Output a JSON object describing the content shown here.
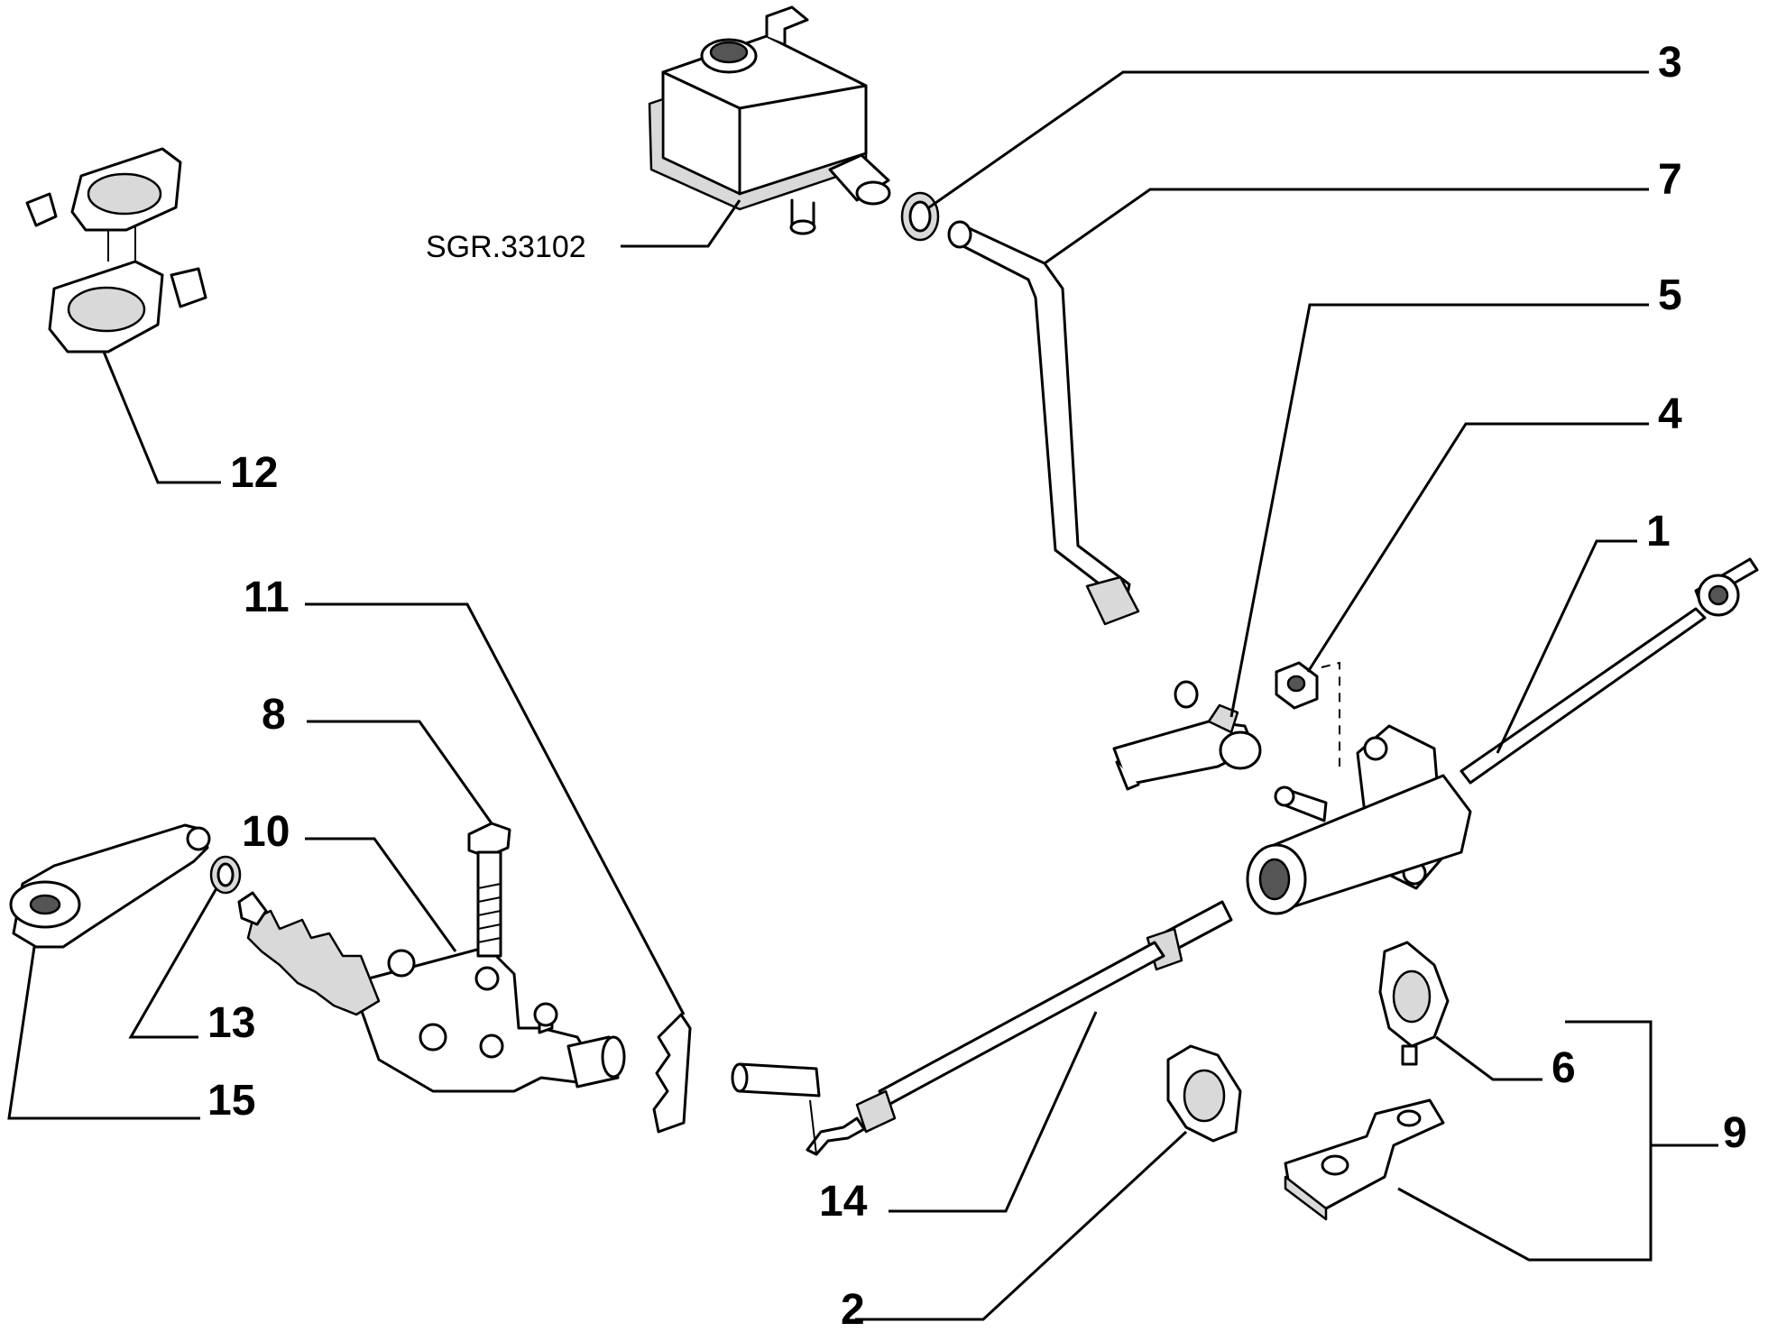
{
  "diagram": {
    "reference_label": "SGR.33102",
    "callouts": [
      {
        "id": "1",
        "label": "1"
      },
      {
        "id": "2",
        "label": "2"
      },
      {
        "id": "3",
        "label": "3"
      },
      {
        "id": "4",
        "label": "4"
      },
      {
        "id": "5",
        "label": "5"
      },
      {
        "id": "6",
        "label": "6"
      },
      {
        "id": "7",
        "label": "7"
      },
      {
        "id": "8",
        "label": "8"
      },
      {
        "id": "9",
        "label": "9"
      },
      {
        "id": "10",
        "label": "10"
      },
      {
        "id": "11",
        "label": "11"
      },
      {
        "id": "12",
        "label": "12"
      },
      {
        "id": "13",
        "label": "13"
      },
      {
        "id": "14",
        "label": "14"
      },
      {
        "id": "15",
        "label": "15"
      }
    ]
  }
}
